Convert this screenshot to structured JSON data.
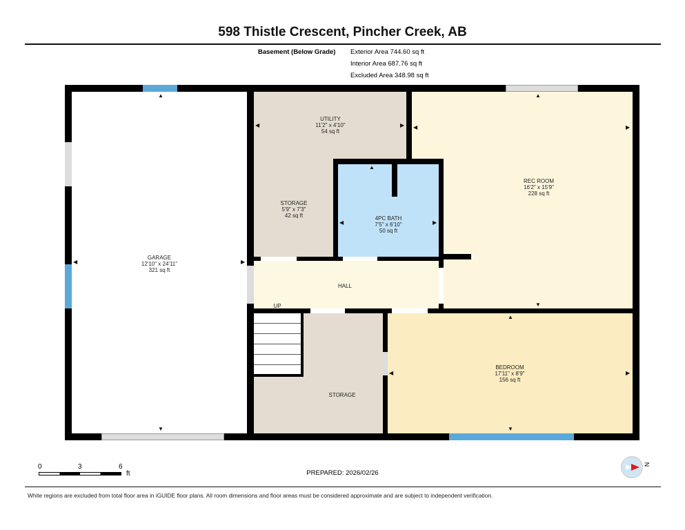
{
  "title": "598 Thistle Crescent, Pincher Creek, AB",
  "level": "Basement (Below Grade)",
  "areas": {
    "exterior": "Exterior Area 744.60 sq ft",
    "interior": "Interior Area 687.76 sq ft",
    "excluded": "Excluded Area 348.98 sq ft"
  },
  "rooms": {
    "garage": {
      "name": "GARAGE",
      "dims": "12'10\" x 24'11\"",
      "area": "321 sq ft"
    },
    "utility": {
      "name": "UTILITY",
      "dims": "11'2\" x 4'10\"",
      "area": "54 sq ft"
    },
    "storage1": {
      "name": "STORAGE",
      "dims": "5'9\" x 7'3\"",
      "area": "42 sq ft"
    },
    "bath": {
      "name": "4PC BATH",
      "dims": "7'5\" x 6'10\"",
      "area": "50 sq ft"
    },
    "rec": {
      "name": "REC ROOM",
      "dims": "16'2\" x 15'9\"",
      "area": "228 sq ft"
    },
    "hall": {
      "name": "HALL"
    },
    "up": "UP",
    "storage2": {
      "name": "STORAGE"
    },
    "bedroom": {
      "name": "BEDROOM",
      "dims": "17'11\" x 8'9\"",
      "area": "156 sq ft"
    }
  },
  "colors": {
    "storage": "#e4dcd1",
    "bath": "#bfe2f8",
    "rec": "#fdf6dd",
    "hall": "#fdf8e2",
    "bedroom": "#fbecc1",
    "window": "#5aa9d8"
  },
  "scale": {
    "t0": "0",
    "t3": "3",
    "t6": "6",
    "unit": "ft"
  },
  "prepared": "PREPARED: 2026/02/26",
  "compass": "N",
  "disclaimer": "White regions are excluded from total floor area in iGUIDE floor plans. All room dimensions and floor areas must be considered approximate and are subject to independent verification."
}
